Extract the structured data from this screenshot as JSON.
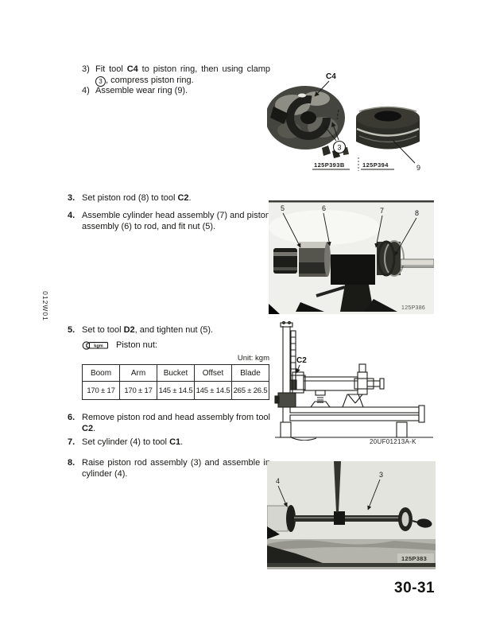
{
  "page": {
    "margin_code": "012W01",
    "page_number": "30-31"
  },
  "steps": {
    "sub3": {
      "label": "3)",
      "segments": [
        {
          "t": "Fit tool "
        },
        {
          "t": "C4",
          "b": true
        },
        {
          "t": " to piston ring, then using clamp "
        },
        {
          "t": "3",
          "c": true
        },
        {
          "t": ", compress piston ring."
        }
      ]
    },
    "sub4": {
      "label": "4)",
      "segments": [
        {
          "t": "Assemble wear ring (9)."
        }
      ]
    },
    "s3": {
      "label": "3.",
      "segments": [
        {
          "t": "Set piston rod (8) to tool "
        },
        {
          "t": "C2",
          "b": true
        },
        {
          "t": "."
        }
      ]
    },
    "s4": {
      "label": "4.",
      "segments": [
        {
          "t": "Assemble cylinder head assembly (7) and piston assembly (6) to rod, and fit nut (5)."
        }
      ]
    },
    "s5": {
      "label": "5.",
      "segments": [
        {
          "t": "Set to tool "
        },
        {
          "t": "D2",
          "b": true
        },
        {
          "t": ", and tighten nut (5)."
        }
      ]
    },
    "s6": {
      "label": "6.",
      "segments": [
        {
          "t": "Remove piston rod and head assembly from tool "
        },
        {
          "t": "C2",
          "b": true
        },
        {
          "t": "."
        }
      ]
    },
    "s7": {
      "label": "7.",
      "segments": [
        {
          "t": "Set cylinder (4) to tool "
        },
        {
          "t": "C1",
          "b": true
        },
        {
          "t": "."
        }
      ]
    },
    "s8": {
      "label": "8.",
      "segments": [
        {
          "t": "Raise piston rod assembly (3) and assemble in cylinder (4)."
        }
      ]
    }
  },
  "torque": {
    "icon_text": "kgm",
    "label": "Piston nut:",
    "unit": "Unit: kgm"
  },
  "torque_table": {
    "columns": [
      "Boom",
      "Arm",
      "Bucket",
      "Offset",
      "Blade"
    ],
    "values": [
      "170 ± 17",
      "170 ± 17",
      "145 ± 14.5",
      "145 ± 14.5",
      "265 ± 26.5"
    ]
  },
  "figures": {
    "fig1": {
      "tool_label": "C4",
      "clamp_callout": "3",
      "part_callout": "9",
      "codes": [
        "125P393B",
        "125P394"
      ]
    },
    "fig2": {
      "callouts": [
        "5",
        "6",
        "7",
        "8"
      ],
      "code": "125P386"
    },
    "fig3": {
      "tool_label": "C2",
      "code": "20UF01213A-K"
    },
    "fig4": {
      "callouts": [
        "4",
        "3"
      ],
      "code": "125P383"
    }
  }
}
